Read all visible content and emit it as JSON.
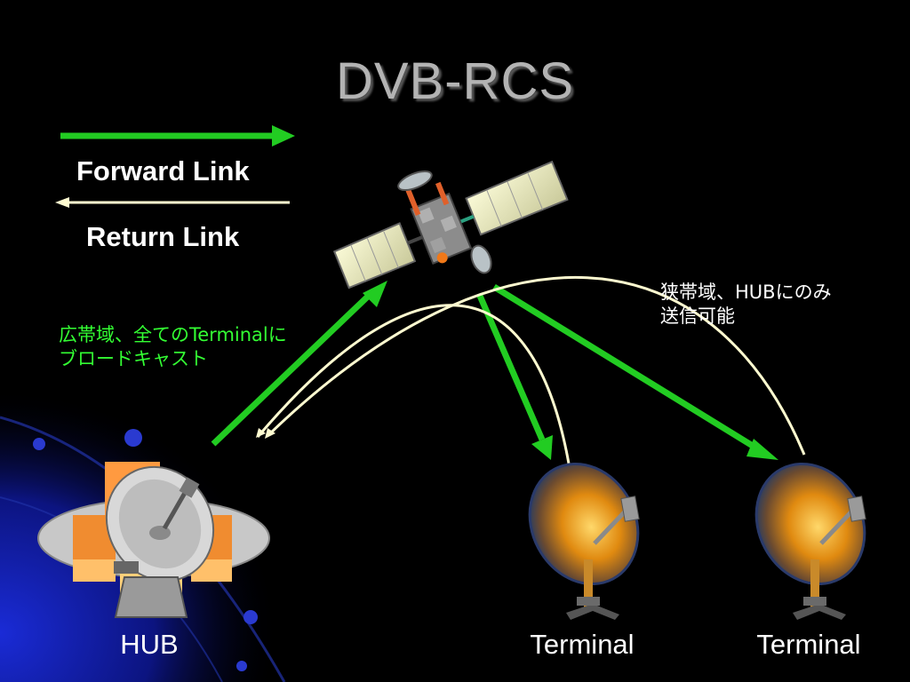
{
  "slide": {
    "title": "DVB-RCS",
    "legend": {
      "forward_label": "Forward Link",
      "return_label": "Return Link",
      "forward_color": "#22cc22",
      "return_color": "#fffbd0"
    },
    "notes": {
      "broadcast_line1": "広帯域、全てのTerminalに",
      "broadcast_line2": "ブロードキャスト",
      "narrow_line1": "狭帯域、HUBにのみ",
      "narrow_line2": "送信可能"
    },
    "nodes": {
      "hub_label": "HUB",
      "terminal1_label": "Terminal",
      "terminal2_label": "Terminal"
    },
    "icons": [
      "satellite-icon",
      "hub-dish-icon",
      "terminal-dish-icon"
    ]
  }
}
